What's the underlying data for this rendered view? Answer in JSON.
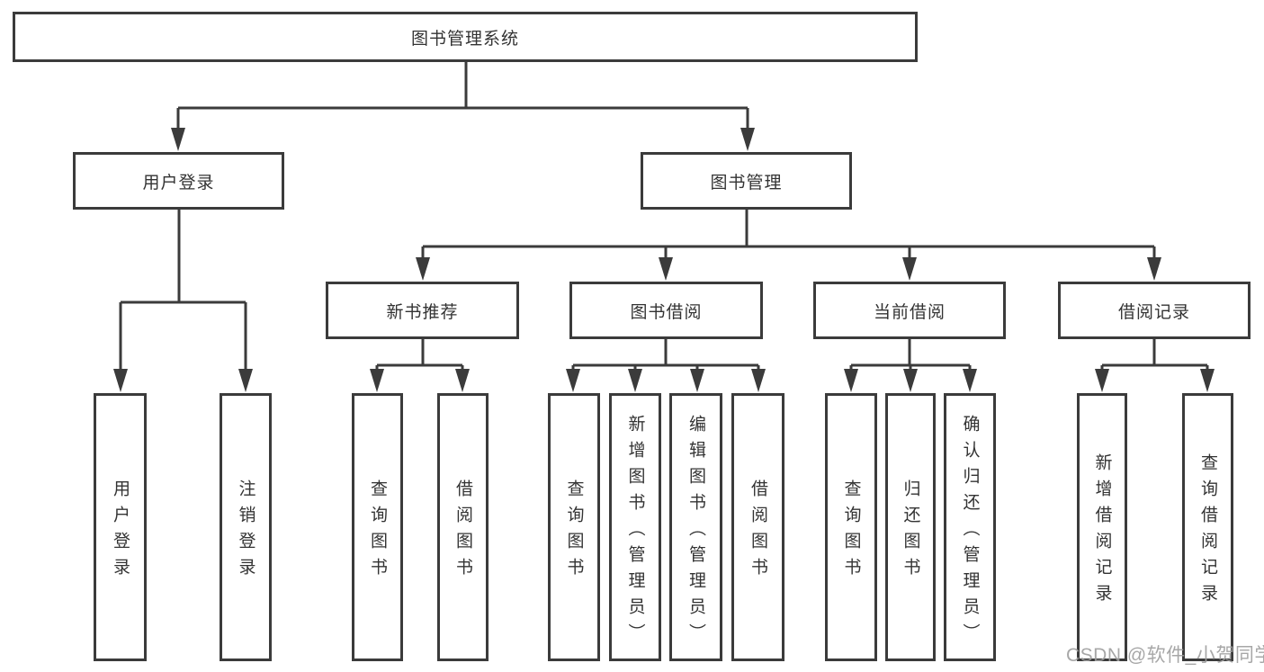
{
  "colors": {
    "line": "#3b3b3b",
    "text": "#333333",
    "background": "#ffffff",
    "watermark": "#9e9e9e"
  },
  "watermark": {
    "text": "CSDN @软件_小贺同学"
  },
  "diagram": {
    "type": "hierarchy-tree",
    "root": {
      "label": "图书管理系统",
      "children": [
        {
          "label": "用户登录",
          "children": [
            {
              "label": "用户登录"
            },
            {
              "label": "注销登录"
            }
          ]
        },
        {
          "label": "图书管理",
          "children": [
            {
              "label": "新书推荐",
              "children": [
                {
                  "label": "查询图书"
                },
                {
                  "label": "借阅图书"
                }
              ]
            },
            {
              "label": "图书借阅",
              "children": [
                {
                  "label": "查询图书"
                },
                {
                  "label": "新增图书（管理员）"
                },
                {
                  "label": "编辑图书（管理员）"
                },
                {
                  "label": "借阅图书"
                }
              ]
            },
            {
              "label": "当前借阅",
              "children": [
                {
                  "label": "查询图书"
                },
                {
                  "label": "归还图书"
                },
                {
                  "label": "确认归还（管理员）"
                }
              ]
            },
            {
              "label": "借阅记录",
              "children": [
                {
                  "label": "新增借阅记录"
                },
                {
                  "label": "查询借阅记录"
                }
              ]
            }
          ]
        }
      ]
    }
  }
}
